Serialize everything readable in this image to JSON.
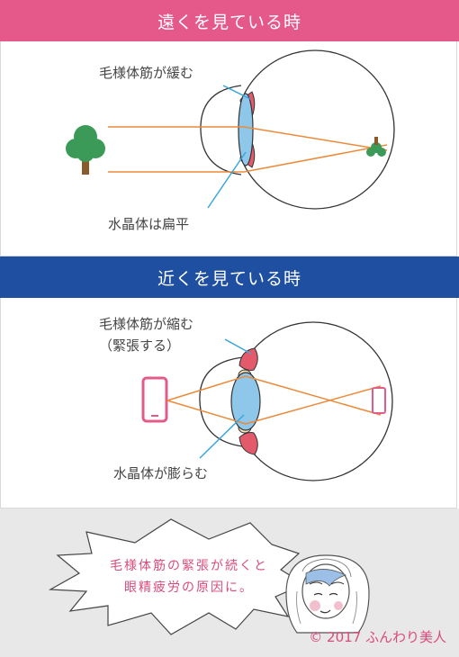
{
  "far": {
    "title": "遠くを見ている時",
    "muscle_label": "毛様体筋が緩む",
    "lens_label": "水晶体は扁平"
  },
  "near": {
    "title": "近くを見ている時",
    "muscle_label": "毛様体筋が縮む",
    "muscle_sublabel": "（緊張する）",
    "lens_label": "水晶体が膨らむ"
  },
  "note": {
    "line1": "毛様体筋の緊張が続くと",
    "line2": "眼精疲労の原因に。"
  },
  "copyright": "© 2017 ふんわり美人",
  "colors": {
    "far_band": "#e4588a",
    "near_band": "#1f4fa1",
    "ray": "#ec8a3a",
    "lens": "#8ec7ea",
    "muscle": "#e35b6a",
    "pointer": "#3aa6dc",
    "tree": "#3b9a57",
    "phone": "#e35b8a",
    "accent_text": "#d94b7c"
  }
}
